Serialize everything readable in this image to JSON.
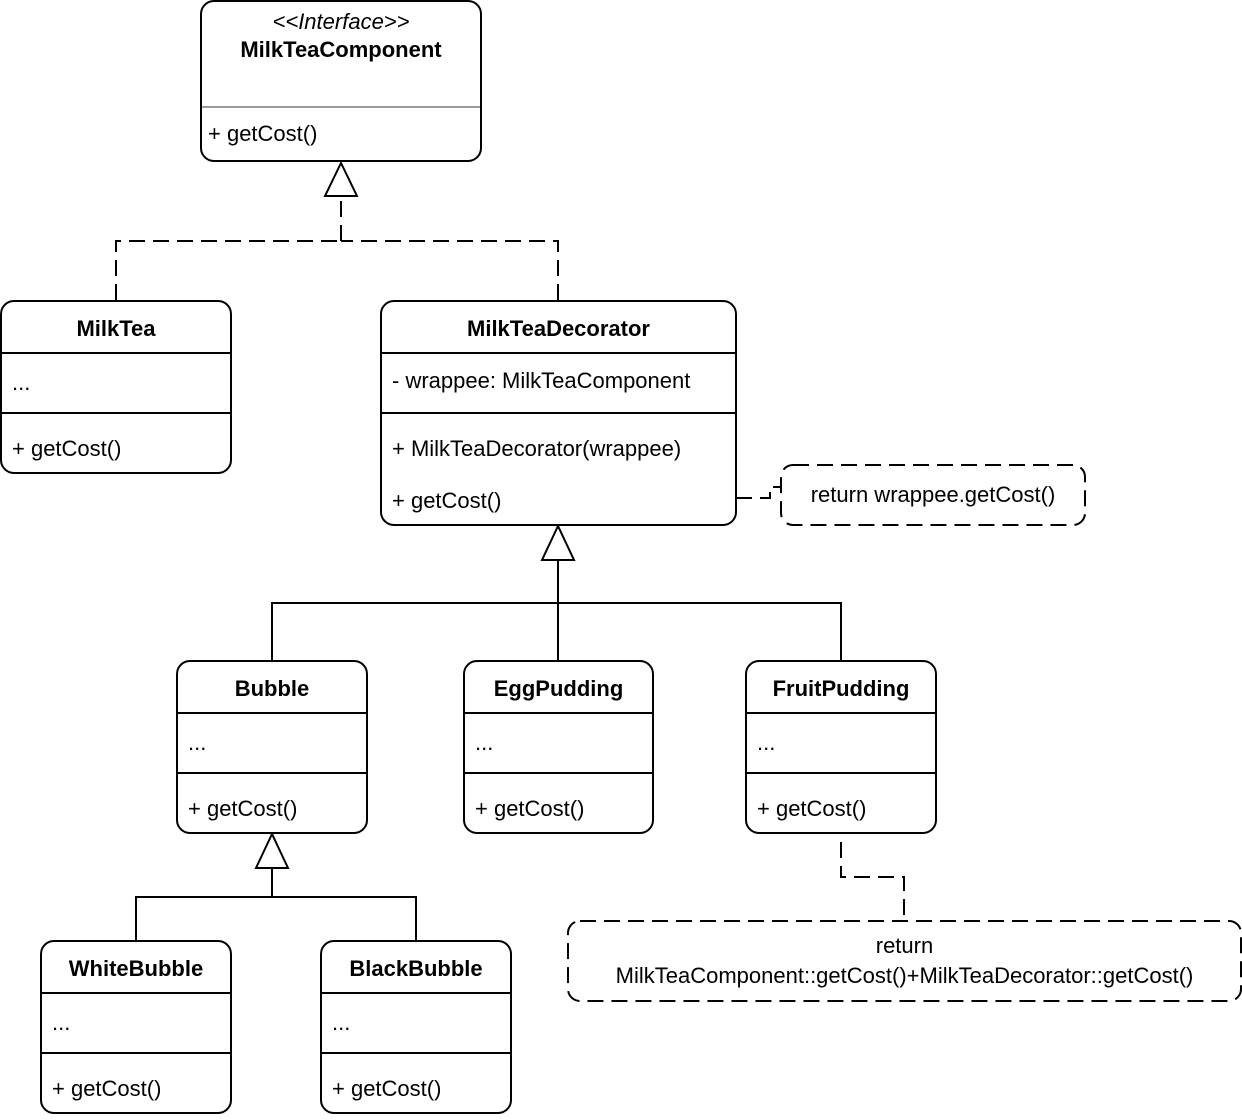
{
  "interface": {
    "stereotype": "<<Interface>>",
    "name": "MilkTeaComponent",
    "method": "+ getCost()"
  },
  "milk_tea": {
    "name": "MilkTea",
    "attr": "...",
    "method": "+ getCost()"
  },
  "decorator": {
    "name": "MilkTeaDecorator",
    "attr": "- wrappee: MilkTeaComponent",
    "constructor": "+ MilkTeaDecorator(wrappee)",
    "method": "+ getCost()"
  },
  "bubble": {
    "name": "Bubble",
    "attr": "...",
    "method": "+ getCost()"
  },
  "egg_pudding": {
    "name": "EggPudding",
    "attr": "...",
    "method": "+ getCost()"
  },
  "fruit_pudding": {
    "name": "FruitPudding",
    "attr": "...",
    "method": "+ getCost()"
  },
  "white_bubble": {
    "name": "WhiteBubble",
    "attr": "...",
    "method": "+ getCost()"
  },
  "black_bubble": {
    "name": "BlackBubble",
    "attr": "...",
    "method": "+ getCost()"
  },
  "notes": {
    "decorator_note": "return wrappee.getCost()",
    "fruit_note_line1": "return",
    "fruit_note_line2": "MilkTeaComponent::getCost()+MilkTeaDecorator::getCost()"
  }
}
